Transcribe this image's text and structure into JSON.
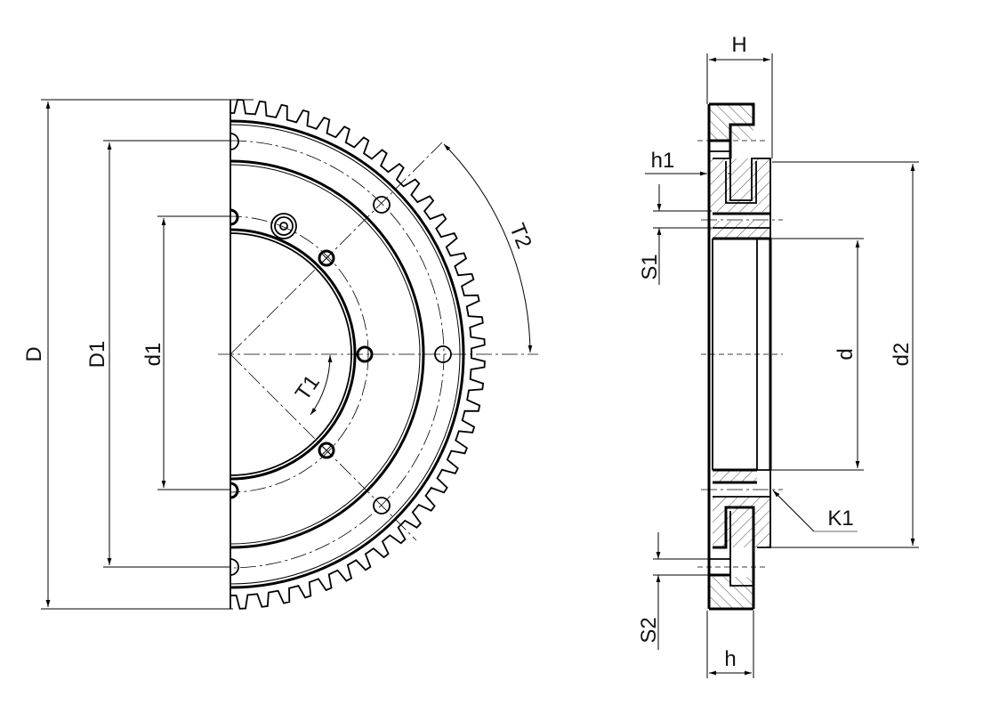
{
  "drawing": {
    "title": "Slewing ring with external gear - dimension drawing",
    "front_view": {
      "labels": {
        "D": "D",
        "D1": "D1",
        "d1": "d1",
        "T1": "T1",
        "T2": "T2"
      }
    },
    "section_view": {
      "labels": {
        "H": "H",
        "h": "h",
        "h1": "h1",
        "S1": "S1",
        "S2": "S2",
        "d": "d",
        "d2": "d2",
        "K1": "K1"
      }
    },
    "colors": {
      "line": "#000000",
      "background": "#ffffff",
      "leader_grey": "#888888"
    }
  }
}
